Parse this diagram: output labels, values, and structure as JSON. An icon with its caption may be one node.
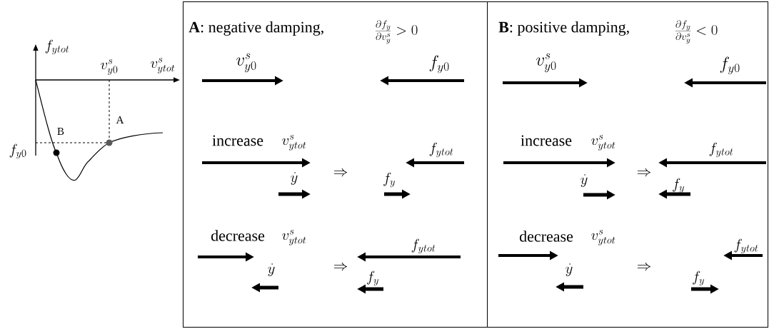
{
  "diagram": {
    "nodes": [
      {
        "text": [
          "**A**: negative damping,",
          "\\frac{\\partial f_{y}}{\\partial v^{s}_{y}} > 0"
        ]
      },
      {
        "text": [
          "**B**: positive damping,",
          "\\frac{\\partial f_{y}}{\\partial v^{s}_{y}} < 0"
        ]
      }
    ],
    "labels": [
      "f_{ytot}",
      "v^{s}_{y0}",
      "v^{s}_{ytot}",
      "A",
      "B",
      "f_{y0}",
      "v^{s}_{y0}",
      "f_{y0}",
      "increase",
      "v^{s}_{ytot}",
      "f_{ytot}",
      "\\dot{y}",
      "\\Rightarrow",
      "f_{y}",
      "decrease",
      "v^{s}_{ytot}",
      "f_{ytot}",
      "\\dot{y}",
      "\\Rightarrow",
      "f_{y}",
      "v^{s}_{y0}",
      "f_{y0}",
      "increase",
      "v^{s}_{ytot}",
      "f_{ytot}",
      "\\dot{y}",
      "\\Rightarrow",
      "f_{y}",
      "decrease",
      "v^{s}_{ytot}",
      "f_{ytot}",
      "\\dot{y}",
      "\\Rightarrow",
      "f_{y}"
    ]
  }
}
